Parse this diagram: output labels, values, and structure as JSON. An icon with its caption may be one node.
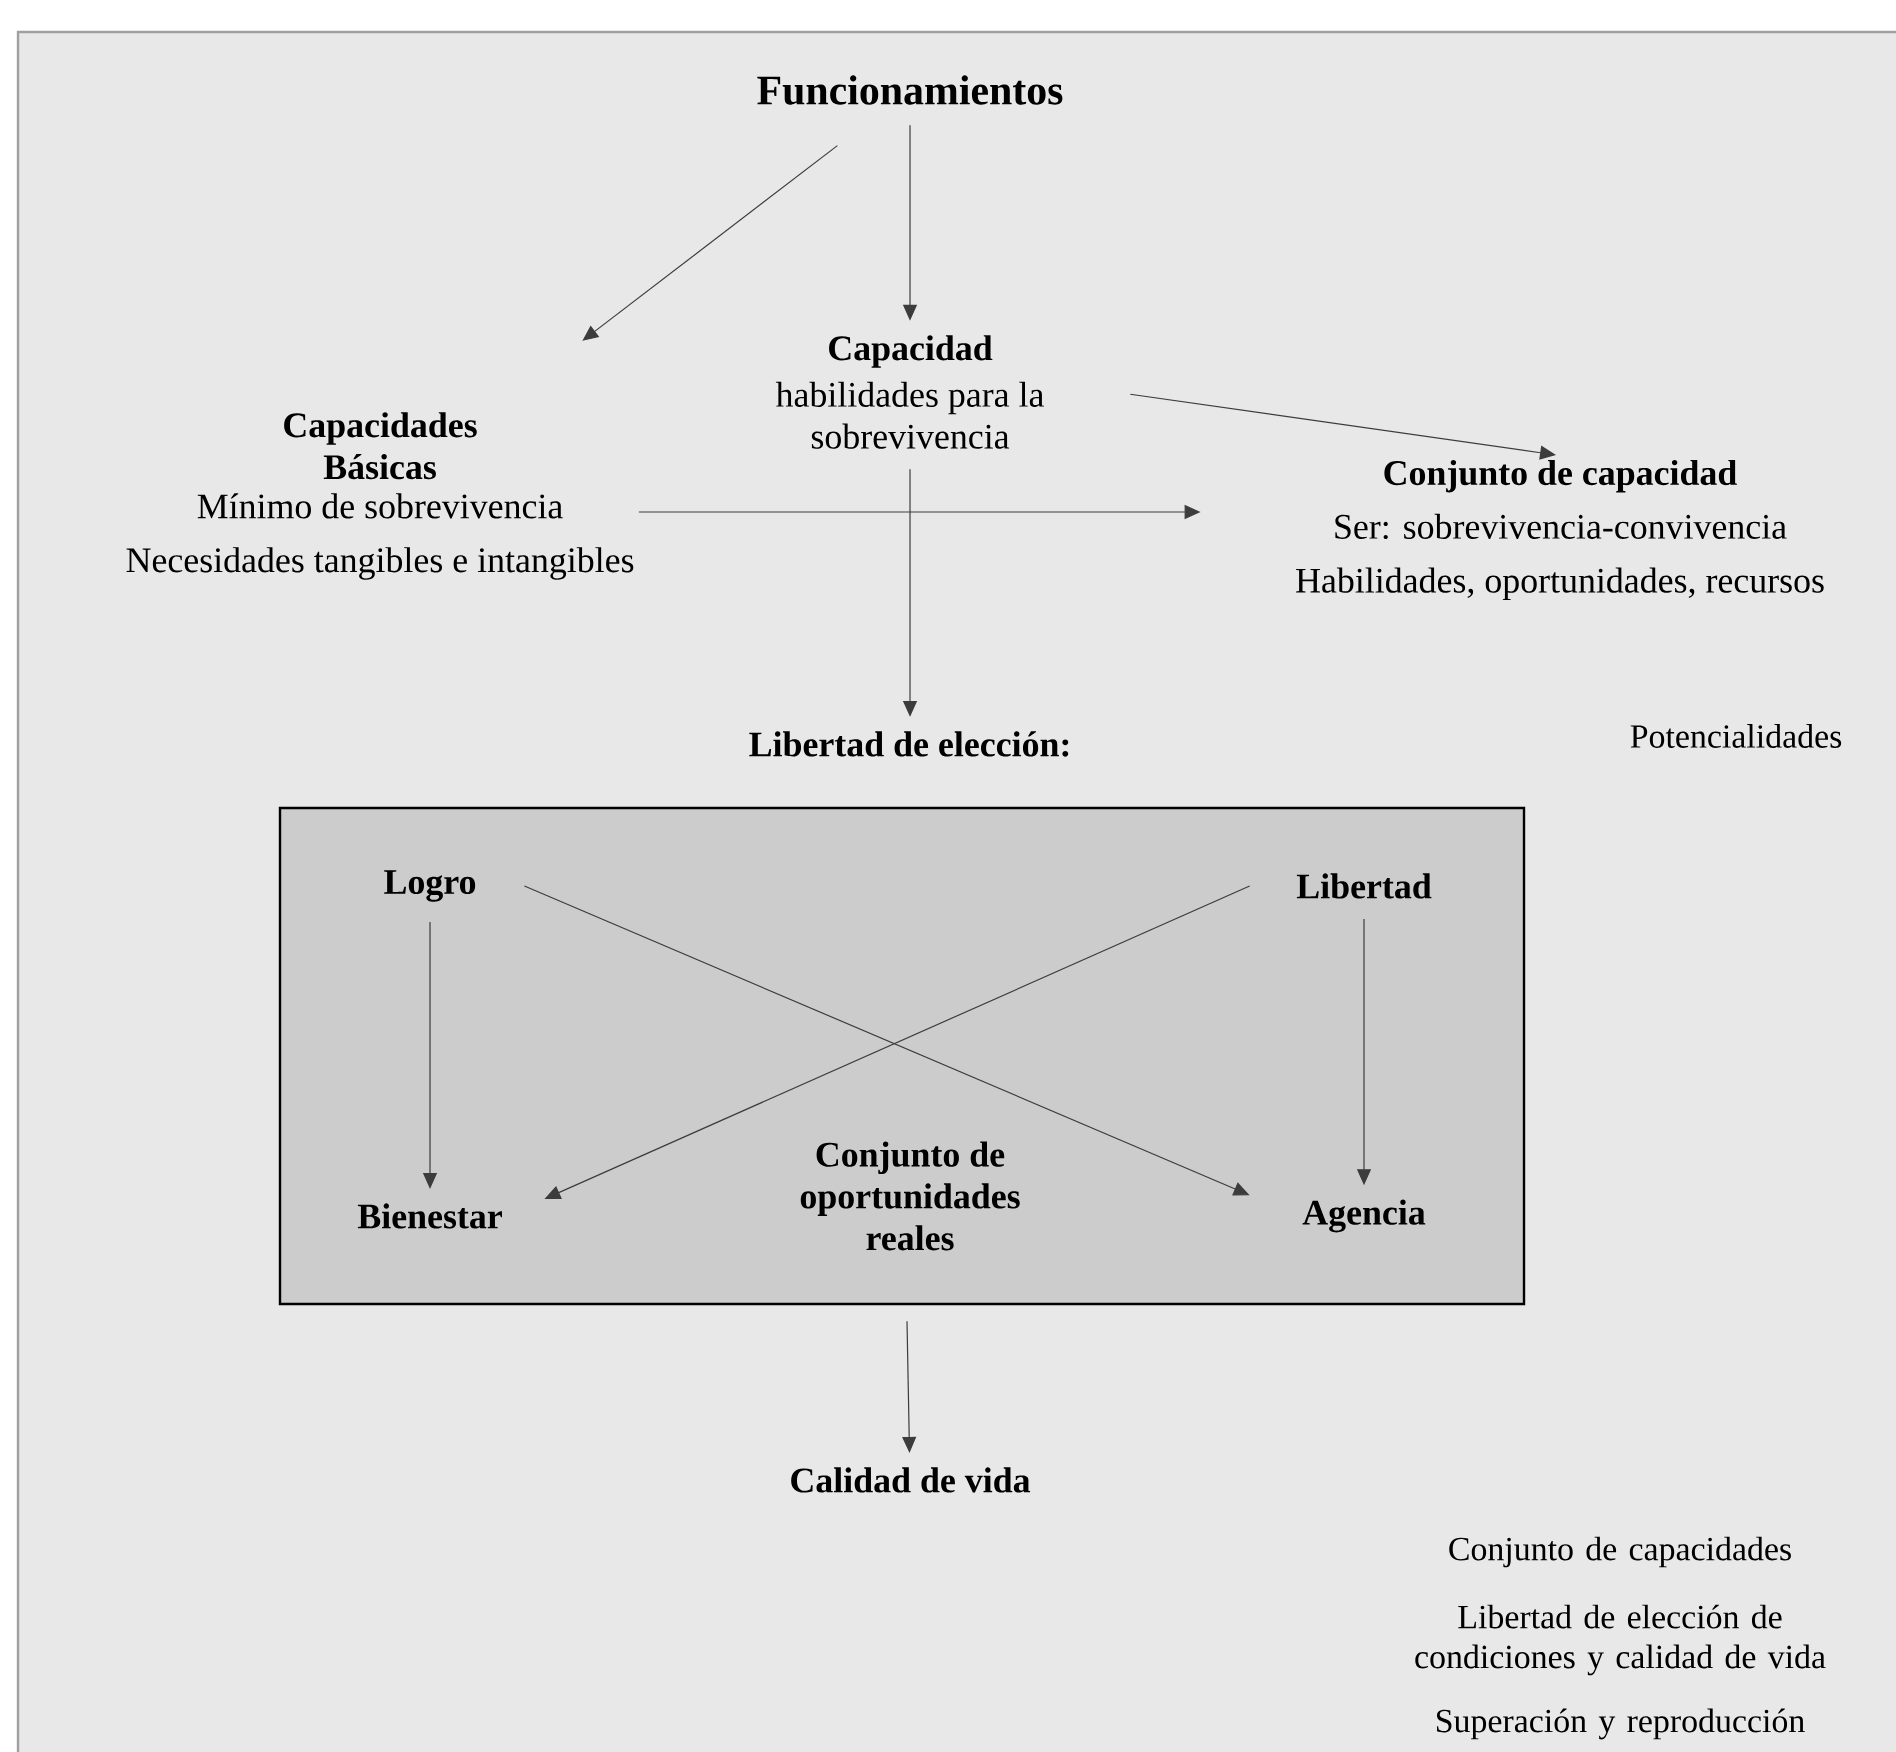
{
  "diagram": {
    "nodes": [
      {
        "text": [
          "Funcionamientos"
        ]
      },
      {
        "text": [
          "Capacidad",
          "habilidades para la sobrevivencia"
        ]
      },
      {
        "text": [
          "Capacidades Básicas",
          "Mínimo de sobrevivencia",
          "Necesidades tangibles e intangibles"
        ]
      },
      {
        "text": [
          "Conjunto de capacidad",
          "Ser: sobrevivencia-convivencia",
          "Habilidades, oportunidades, recursos"
        ]
      },
      {
        "text": [
          "Libertad de elección:"
        ]
      },
      {
        "text": [],
        "shape": "box"
      },
      {
        "text": [
          "Logro"
        ],
        "in": 5
      },
      {
        "text": [
          "Libertad"
        ],
        "in": 5
      },
      {
        "text": [
          "Conjunto de oportunidades reales"
        ],
        "in": 5
      },
      {
        "text": [
          "Bienestar"
        ],
        "in": 5
      },
      {
        "text": [
          "Agencia"
        ],
        "in": 5
      },
      {
        "text": [
          "Calidad de vida"
        ]
      }
    ],
    "edges": [
      {
        "from": 0,
        "to": 2,
        "arrow": "to"
      },
      {
        "from": 0,
        "to": 1,
        "arrow": "to"
      },
      {
        "from": 1,
        "to": 3,
        "arrow": "to"
      },
      {
        "from": 2,
        "to": 3,
        "arrow": "to"
      },
      {
        "from": 1,
        "to": 4,
        "arrow": "to"
      },
      {
        "from": 6,
        "to": 9,
        "arrow": "to"
      },
      {
        "from": 6,
        "to": 10,
        "arrow": "to"
      },
      {
        "from": 7,
        "to": 9,
        "arrow": "to"
      },
      {
        "from": 7,
        "to": 10,
        "arrow": "to"
      },
      {
        "from": 5,
        "to": 11,
        "arrow": "to"
      }
    ],
    "labels": [
      "Potencialidades",
      "Conjunto de capacidades",
      "Libertad de elección de condiciones y calidad de vida",
      "Superación y reproducción"
    ]
  }
}
